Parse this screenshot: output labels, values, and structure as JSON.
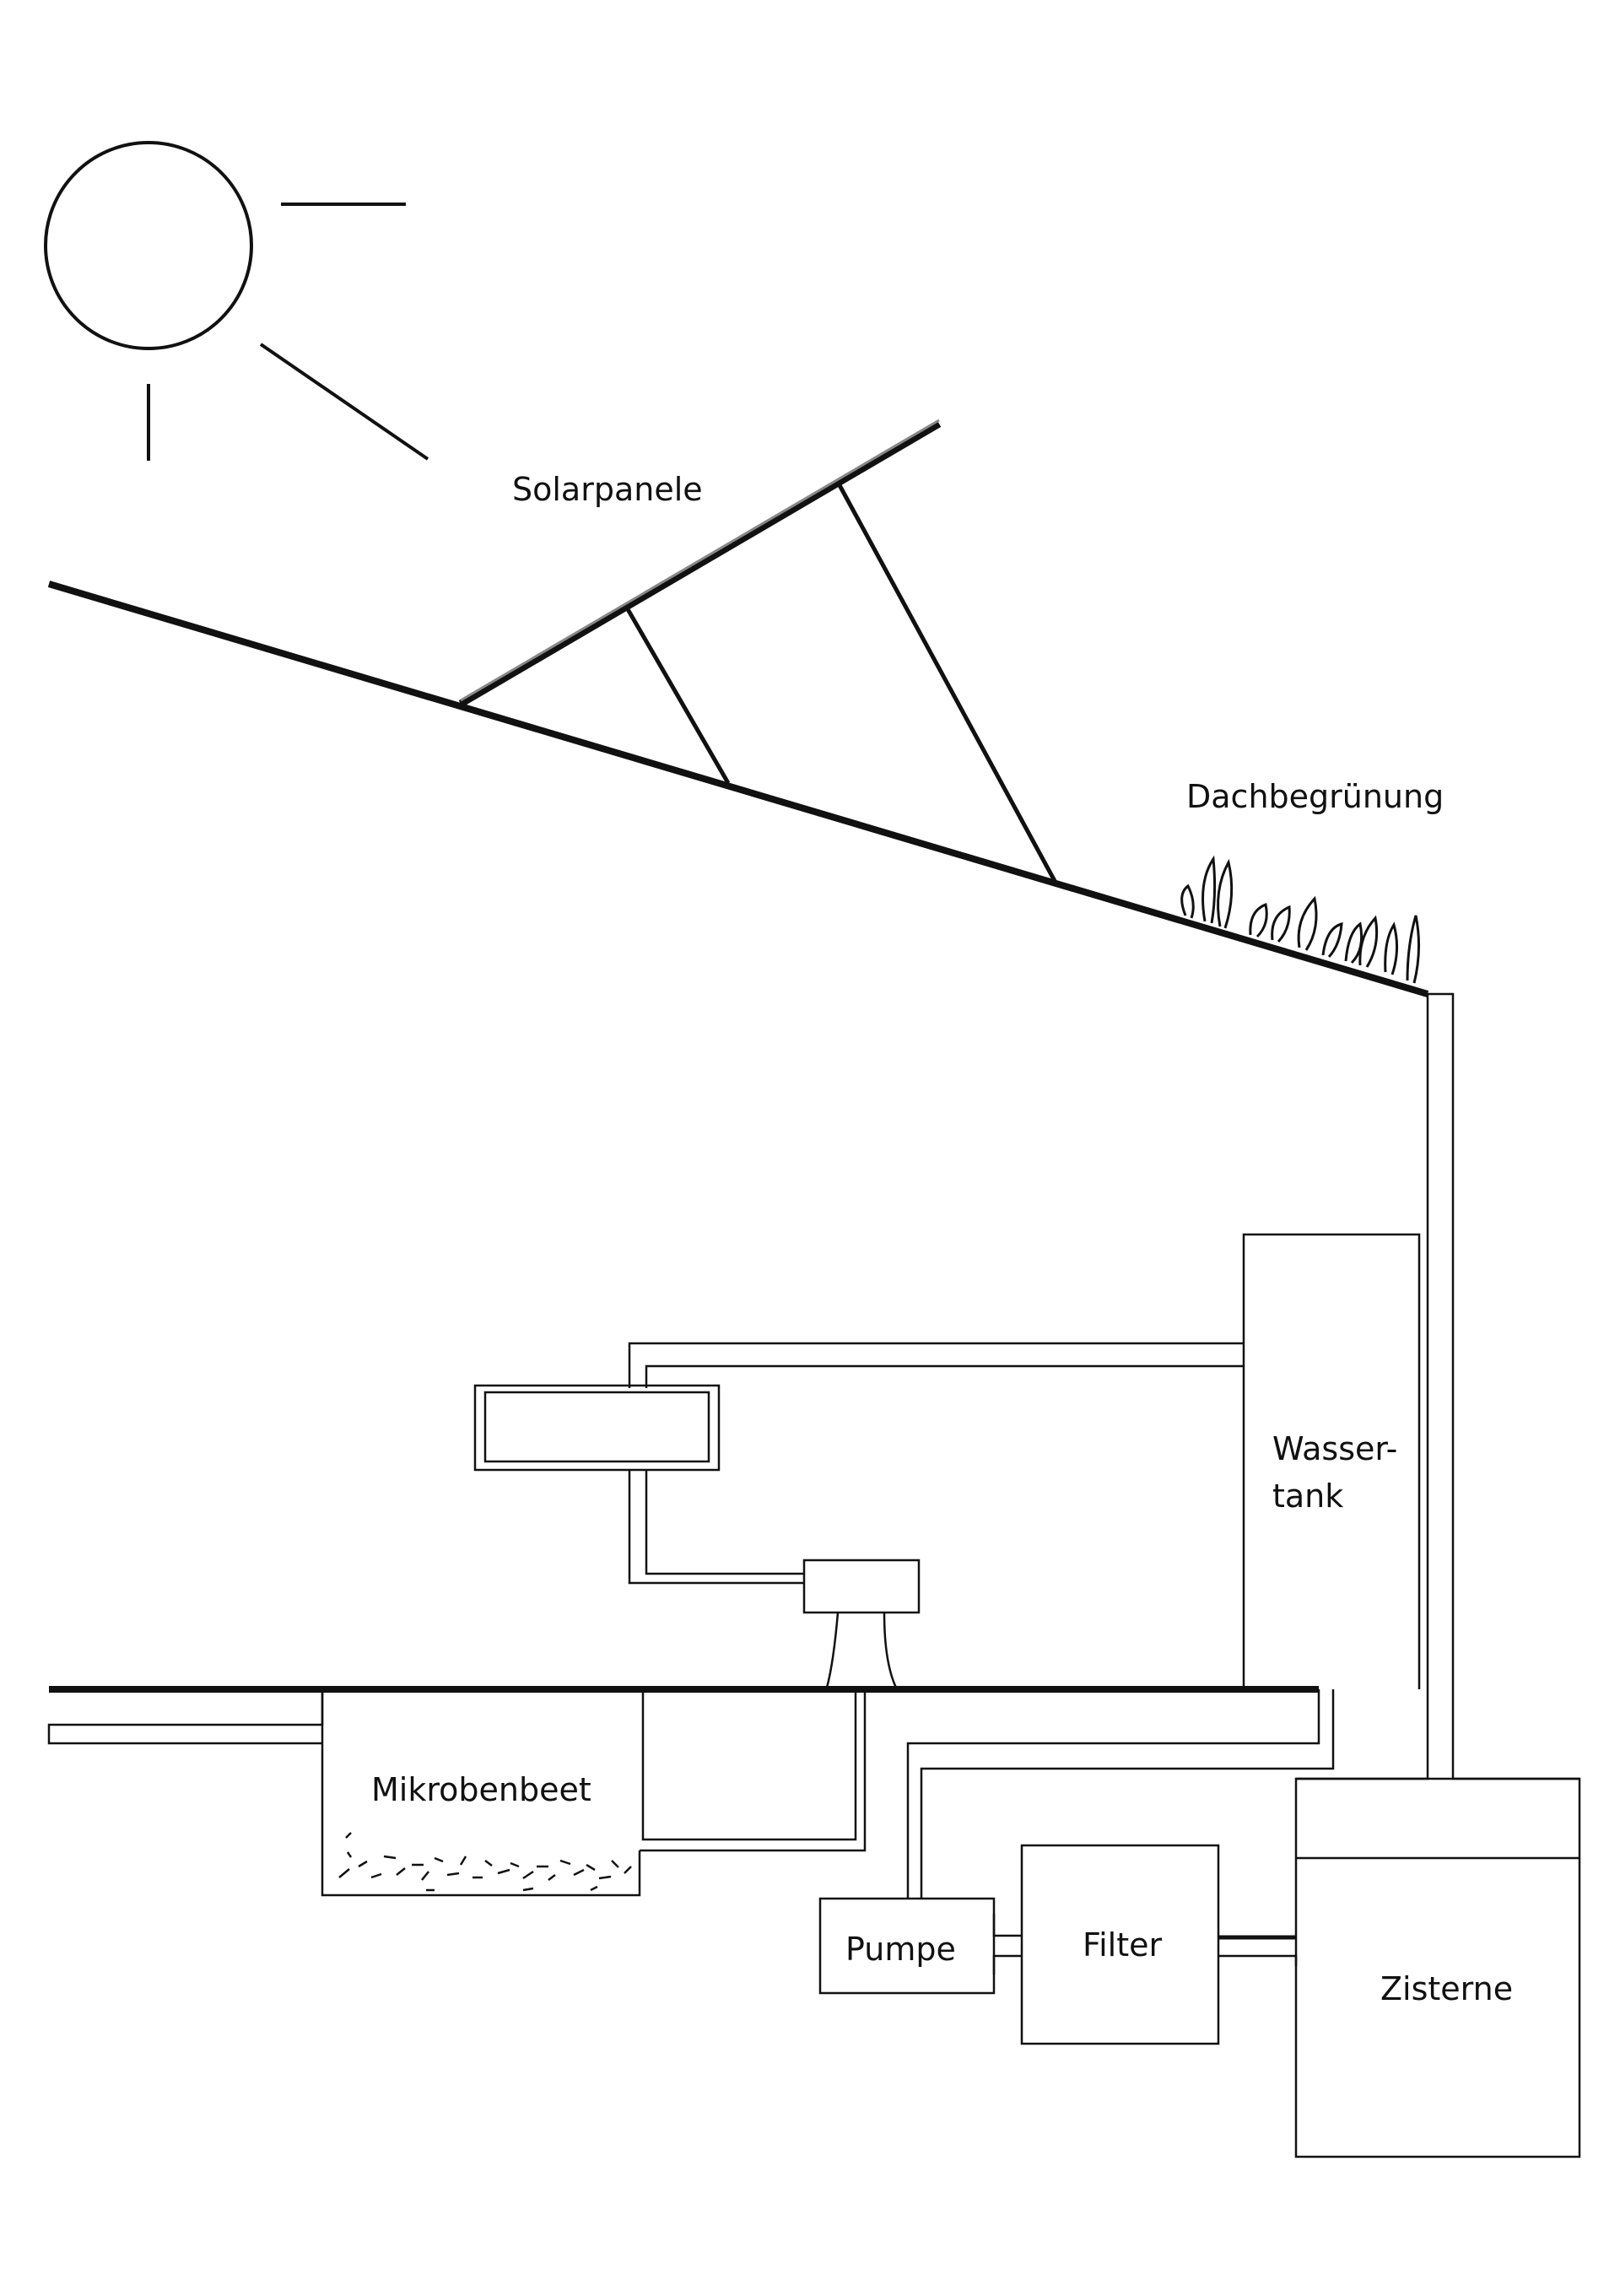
{
  "labels": {
    "solar_panels": "Solarpanele",
    "green_roof": "Dachbegrünung",
    "water_tank_line1": "Wasser-",
    "water_tank_line2": "tank",
    "microbe_bed": "Mikrobenbeet",
    "pump": "Pumpe",
    "filter": "Filter",
    "cistern": "Zisterne"
  },
  "colors": {
    "line": "#111111",
    "panel_highlight": "#888888",
    "background": "#ffffff"
  }
}
